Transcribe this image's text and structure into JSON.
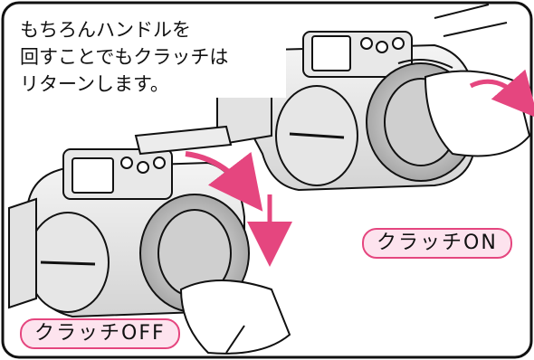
{
  "caption": "もちろんハンドルを\n回すことでもクラッチは\nリターンします。",
  "labels": {
    "clutch_on": "クラッチON",
    "clutch_off": "クラッチOFF"
  },
  "colors": {
    "accent": "#e5467f",
    "badge_fill": "#fde3ee",
    "outline": "#111111"
  }
}
